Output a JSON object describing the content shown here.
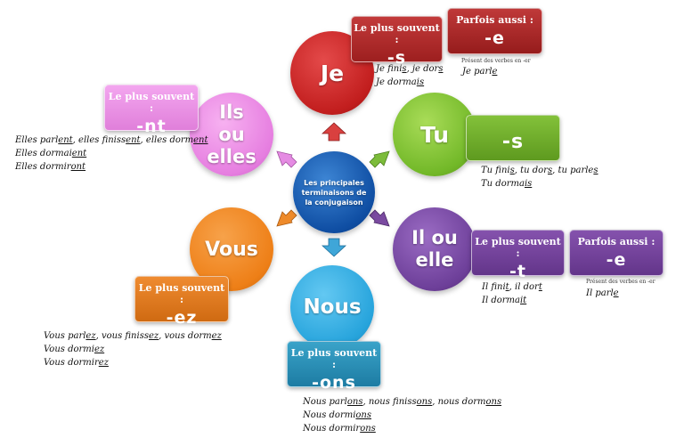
{
  "center": {
    "text": "Les principales terminaisons de la conjugaison"
  },
  "pronouns": {
    "je": "Je",
    "tu": "Tu",
    "il": "Il ou elle",
    "nous": "Nous",
    "vous": "Vous",
    "ils": "Ils ou elles"
  },
  "boxes": {
    "je_usual": {
      "label": "Le plus souvent :",
      "ending": "-s"
    },
    "je_also": {
      "label": "Parfois aussi :",
      "ending": "-e"
    },
    "tu_usual": {
      "label": "",
      "ending": "-s"
    },
    "il_usual": {
      "label": "Le plus souvent :",
      "ending": "-t"
    },
    "il_also": {
      "label": "Parfois aussi :",
      "ending": "-e"
    },
    "nous_usual": {
      "label": "Le plus souvent :",
      "ending": "-ons"
    },
    "vous_usual": {
      "label": "Le plus souvent :",
      "ending": "-ez"
    },
    "ils_usual": {
      "label": "Le plus souvent :",
      "ending": "-nt"
    }
  },
  "notes": {
    "je": "Présent des verbes en -er",
    "il": "Présent des verbes en -er"
  },
  "examples": {
    "je_line1": [
      {
        "t": "Je fini"
      },
      {
        "t": "s",
        "u": true
      },
      {
        "t": ", je dor"
      },
      {
        "t": "s",
        "u": true
      }
    ],
    "je_line2": [
      {
        "t": "Je dorma"
      },
      {
        "t": "is",
        "u": true
      }
    ],
    "je_also": [
      {
        "t": "Je parl"
      },
      {
        "t": "e",
        "u": true
      }
    ],
    "tu_line1": [
      {
        "t": "Tu fini"
      },
      {
        "t": "s",
        "u": true
      },
      {
        "t": ", tu dor"
      },
      {
        "t": "s",
        "u": true
      },
      {
        "t": ", tu parle"
      },
      {
        "t": "s",
        "u": true
      }
    ],
    "tu_line2": [
      {
        "t": "Tu dorma"
      },
      {
        "t": "is",
        "u": true
      }
    ],
    "il_line1": [
      {
        "t": "Il fini"
      },
      {
        "t": "t",
        "u": true
      },
      {
        "t": ", il dor"
      },
      {
        "t": "t",
        "u": true
      }
    ],
    "il_line2": [
      {
        "t": "Il dorma"
      },
      {
        "t": "it",
        "u": true
      }
    ],
    "il_also": [
      {
        "t": "Il parl"
      },
      {
        "t": "e",
        "u": true
      }
    ],
    "nous_line1": [
      {
        "t": "Nous parl"
      },
      {
        "t": "ons",
        "u": true
      },
      {
        "t": ", nous finiss"
      },
      {
        "t": "ons",
        "u": true
      },
      {
        "t": ", nous dorm"
      },
      {
        "t": "ons",
        "u": true
      }
    ],
    "nous_line2": [
      {
        "t": "Nous dormi"
      },
      {
        "t": "ons",
        "u": true
      }
    ],
    "nous_line3": [
      {
        "t": "Nous dormir"
      },
      {
        "t": "ons",
        "u": true
      }
    ],
    "vous_line1": [
      {
        "t": "Vous parl"
      },
      {
        "t": "ez",
        "u": true
      },
      {
        "t": ", vous finiss"
      },
      {
        "t": "ez",
        "u": true
      },
      {
        "t": ", vous dorm"
      },
      {
        "t": "ez",
        "u": true
      }
    ],
    "vous_line2": [
      {
        "t": "Vous dormi"
      },
      {
        "t": "ez",
        "u": true
      }
    ],
    "vous_line3": [
      {
        "t": "Vous dormir"
      },
      {
        "t": "ez",
        "u": true
      }
    ],
    "ils_line1": [
      {
        "t": "Elles parl"
      },
      {
        "t": "ent",
        "u": true
      },
      {
        "t": ", elles finiss"
      },
      {
        "t": "ent",
        "u": true
      },
      {
        "t": ", elles dorm"
      },
      {
        "t": "ent",
        "u": true
      }
    ],
    "ils_line2": [
      {
        "t": "Elles dormai"
      },
      {
        "t": "ent",
        "u": true
      }
    ],
    "ils_line3": [
      {
        "t": "Elles dormir"
      },
      {
        "t": "ont",
        "u": true
      }
    ]
  }
}
